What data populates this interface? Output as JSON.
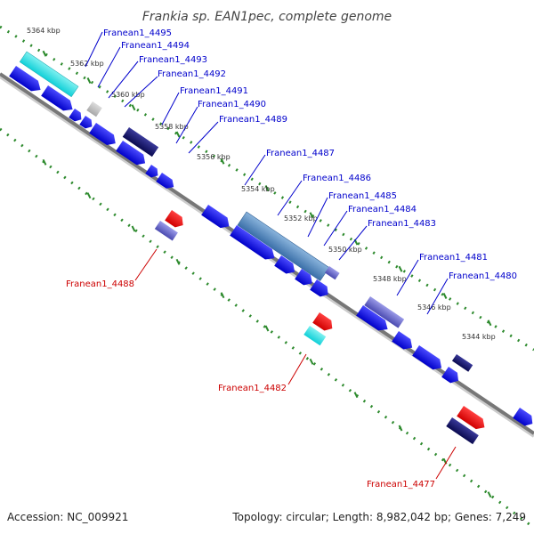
{
  "title": "Frankia sp. EAN1pec, complete genome",
  "footer": {
    "accession": "Accession: NC_009921",
    "summary": "Topology: circular; Length: 8,982,042 bp; Genes: 7,249"
  },
  "colors": {
    "label_top": "#0000cc",
    "label_bottom": "#cc0000",
    "tick_dots": "#2d8a2d",
    "axis": "#888888"
  },
  "kbp_ticks": [
    "5364 kbp",
    "5362 kbp",
    "5360 kbp",
    "5358 kbp",
    "5356 kbp",
    "5354 kbp",
    "5352 kbp",
    "5350 kbp",
    "5348 kbp",
    "5346 kbp",
    "5344 kbp"
  ],
  "gene_labels_top": [
    "Franean1_4495",
    "Franean1_4494",
    "Franean1_4493",
    "Franean1_4492",
    "Franean1_4491",
    "Franean1_4490",
    "Franean1_4489",
    "Franean1_4487",
    "Franean1_4486",
    "Franean1_4485",
    "Franean1_4484",
    "Franean1_4483",
    "Franean1_4481",
    "Franean1_4480"
  ],
  "gene_labels_bottom": [
    "Franean1_4488",
    "Franean1_4482",
    "Franean1_4477"
  ]
}
